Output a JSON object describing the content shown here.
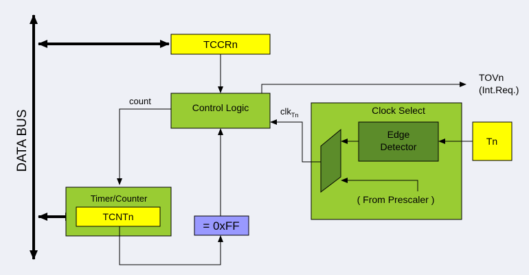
{
  "colors": {
    "background": "#eef0f6",
    "register_yellow": "#ffff00",
    "block_green": "#99cc33",
    "dark_green": "#5c8c2a",
    "compare_blue": "#9999ff",
    "line": "#000000"
  },
  "diagram": {
    "data_bus": "DATA BUS",
    "tccrn": "TCCRn",
    "control_logic": "Control Logic",
    "count": "count",
    "clk_main": "clk",
    "clk_sub": "Tn",
    "tovn": "TOVn",
    "int_req": "(Int.Req.)",
    "clock_select": "Clock Select",
    "edge_line1": "Edge",
    "edge_line2": "Detector",
    "tn": "Tn",
    "from_prescaler": "( From Prescaler )",
    "timer_counter": "Timer/Counter",
    "tcntn": "TCNTn",
    "compare": "= 0xFF"
  }
}
